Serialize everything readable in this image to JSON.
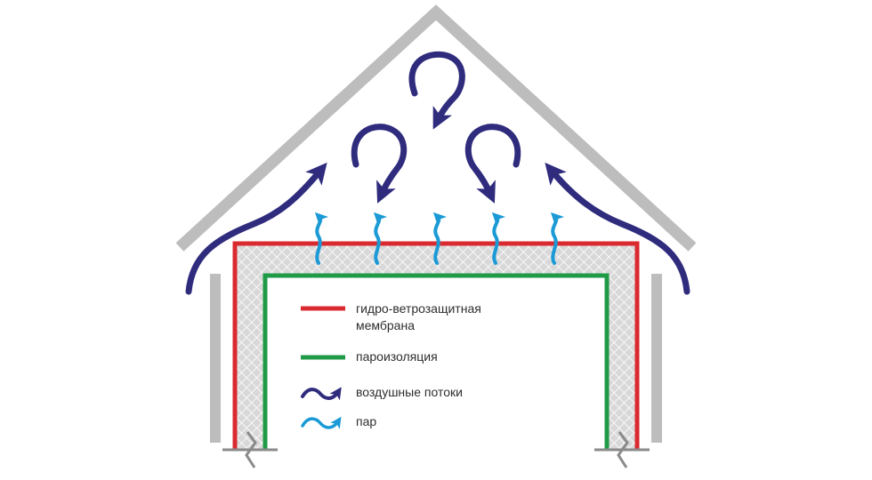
{
  "colors": {
    "roof": "#bdbdbd",
    "wall": "#bdbdbd",
    "membrane": "#d92b2f",
    "vapor_barrier": "#1f9a47",
    "insulation_fill": "#d8d8d8",
    "insulation_hatch": "#ffffff",
    "air_flow": "#2f2b7d",
    "vapor": "#1b9ad6",
    "text": "#2e2e2e"
  },
  "legend": {
    "membrane_line1": "гидро-ветрозащитная",
    "membrane_line2": "мембрана",
    "vapor_barrier": "пароизоляция",
    "air_flow": "воздушные потоки",
    "vapor": "пар"
  }
}
